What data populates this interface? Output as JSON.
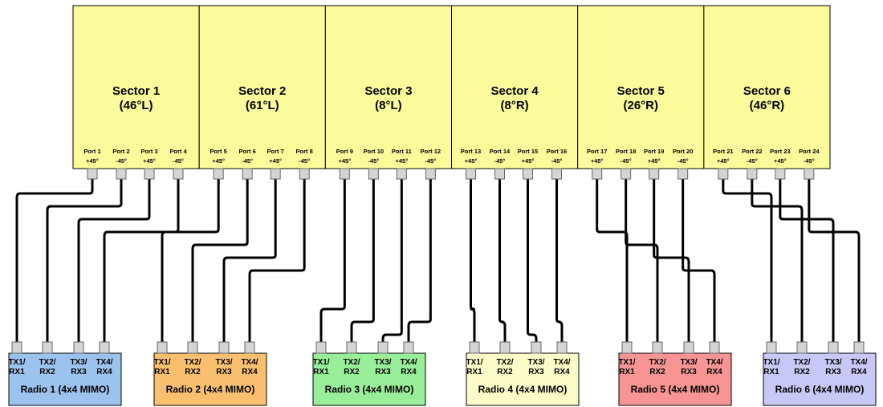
{
  "sectors": [
    {
      "name": "Sector 1",
      "angle": "(46°L)",
      "ports": [
        {
          "label": "Port 1",
          "pol": "+45°"
        },
        {
          "label": "Port 2",
          "pol": "-45°"
        },
        {
          "label": "Port 3",
          "pol": "+45°"
        },
        {
          "label": "Port 4",
          "pol": "-45°"
        }
      ]
    },
    {
      "name": "Sector 2",
      "angle": "(61°L)",
      "ports": [
        {
          "label": "Port 5",
          "pol": "+45°"
        },
        {
          "label": "Port 6",
          "pol": "-45°"
        },
        {
          "label": "Port 7",
          "pol": "+45°"
        },
        {
          "label": "Port 8",
          "pol": "-45°"
        }
      ]
    },
    {
      "name": "Sector 3",
      "angle": "(8°L)",
      "ports": [
        {
          "label": "Port 9",
          "pol": "+45°"
        },
        {
          "label": "Port 10",
          "pol": "-45°"
        },
        {
          "label": "Port 11",
          "pol": "+45°"
        },
        {
          "label": "Port 12",
          "pol": "-45°"
        }
      ]
    },
    {
      "name": "Sector 4",
      "angle": "(8°R)",
      "ports": [
        {
          "label": "Port 13",
          "pol": "+45°"
        },
        {
          "label": "Port 14",
          "pol": "-45°"
        },
        {
          "label": "Port 15",
          "pol": "+45°"
        },
        {
          "label": "Port 16",
          "pol": "-45°"
        }
      ]
    },
    {
      "name": "Sector 5",
      "angle": "(26°R)",
      "ports": [
        {
          "label": "Port 17",
          "pol": "+45°"
        },
        {
          "label": "Port 18",
          "pol": "-45°"
        },
        {
          "label": "Port 19",
          "pol": "+45°"
        },
        {
          "label": "Port 20",
          "pol": "-45°"
        }
      ]
    },
    {
      "name": "Sector 6",
      "angle": "(46°R)",
      "ports": [
        {
          "label": "Port 21",
          "pol": "+45°"
        },
        {
          "label": "Port 22",
          "pol": "-45°"
        },
        {
          "label": "Port 23",
          "pol": "+45°"
        },
        {
          "label": "Port 24",
          "pol": "-45°"
        }
      ]
    }
  ],
  "radios": [
    {
      "name": "Radio 1 (4x4 MIMO)",
      "color": "#9cc3ee",
      "ports": [
        {
          "l1": "TX1/",
          "l2": "RX1"
        },
        {
          "l1": "TX2/",
          "l2": "RX2"
        },
        {
          "l1": "TX3/",
          "l2": "RX3"
        },
        {
          "l1": "TX4/",
          "l2": "RX4"
        }
      ]
    },
    {
      "name": "Radio 2 (4x4 MIMO)",
      "color": "#fac070",
      "ports": [
        {
          "l1": "TX1/",
          "l2": "RX1"
        },
        {
          "l1": "TX2/",
          "l2": "RX2"
        },
        {
          "l1": "TX3/",
          "l2": "RX3"
        },
        {
          "l1": "TX4/",
          "l2": "RX4"
        }
      ]
    },
    {
      "name": "Radio 3 (4x4 MIMO)",
      "color": "#99ee99",
      "ports": [
        {
          "l1": "TX1/",
          "l2": "RX1"
        },
        {
          "l1": "TX2/",
          "l2": "RX2"
        },
        {
          "l1": "TX3/",
          "l2": "RX3"
        },
        {
          "l1": "TX4/",
          "l2": "RX4"
        }
      ]
    },
    {
      "name": "Radio 4 (4x4 MIMO)",
      "color": "#fcfcc8",
      "ports": [
        {
          "l1": "TX1/",
          "l2": "RX1"
        },
        {
          "l1": "TX2/",
          "l2": "RX2"
        },
        {
          "l1": "TX3/",
          "l2": "RX3"
        },
        {
          "l1": "TX4/",
          "l2": "RX4"
        }
      ]
    },
    {
      "name": "Radio 5 (4x4 MIMO)",
      "color": "#f79494",
      "ports": [
        {
          "l1": "TX1/",
          "l2": "RX1"
        },
        {
          "l1": "TX2/",
          "l2": "RX2"
        },
        {
          "l1": "TX3/",
          "l2": "RX3"
        },
        {
          "l1": "TX4/",
          "l2": "RX4"
        }
      ]
    },
    {
      "name": "Radio 6 (4x4 MIMO)",
      "color": "#c8c8f6",
      "ports": [
        {
          "l1": "TX1/",
          "l2": "RX1"
        },
        {
          "l1": "TX2/",
          "l2": "RX2"
        },
        {
          "l1": "TX3/",
          "l2": "RX3"
        },
        {
          "l1": "TX4/",
          "l2": "RX4"
        }
      ]
    }
  ],
  "colors": {
    "sector_fill": "#fbfb9c",
    "border": "#000000",
    "connector": "#d4d4d4"
  }
}
